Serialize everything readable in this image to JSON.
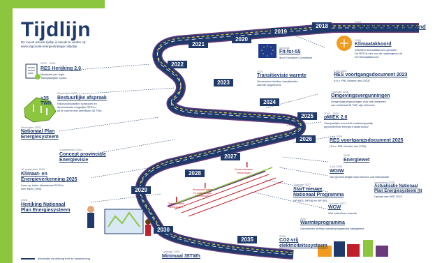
{
  "title": "Tijdlijn",
  "subtitle": "De meest actuele tijdlijn is steeds te vinden op:\nwww.regionale-energiestrategie.nl/tijdlijn",
  "years": [
    "2018",
    "2019",
    "2020",
    "2021",
    "2022",
    "2023",
    "2024",
    "2025",
    "2026",
    "2027",
    "2028",
    "2029",
    "2030",
    "2035"
  ],
  "badge": ">35\nTWh",
  "events": {
    "ea": {
      "date": "2018",
      "title": "Energieakkoord Nederland",
      "desc": ""
    },
    "ka": {
      "date": "2019",
      "title": "Klimaatakkoord",
      "desc": "Definitief Klimaatakkoord gesloten.\nDe RES is één van de maatregelen uit\nhet Klimaatakkoord"
    },
    "ff": {
      "date": "juli 2021",
      "title": "Fit-for-55",
      "desc": "door Europese Commissie"
    },
    "tv": {
      "date": "2021",
      "title": "Transitievisie warmte",
      "desc": "Gemeenten hebben transitievisie\nwarmte opgeleverd."
    },
    "rv23": {
      "date": "1 juli 2023",
      "title": "RES voortgangsdocument 2023",
      "desc": "(t.b.v. PBL Monitor des 2023)"
    },
    "rh": {
      "date": "2022 - 2026",
      "title": "RES Herijking 2.0",
      "desc": "Maatwerk per regio.\nTweejaarlijkse cyclus."
    },
    "ba": {
      "date": "December 2022",
      "title": "Bestuurlijke afspraak",
      "desc": "Randvoorwaarden scheppen en\ndemonstratie mogelijke RES'en\nuit te voeren met streefdoel 35 TWh."
    },
    "ov": {
      "date": "1 januari 2026",
      "title": "Omgevingsvergunningen",
      "desc": "Omgevingsvergunningen voor het realiseren\nvan minimaal 35 TWh zijn verleend."
    },
    "pm": {
      "date": "2023 - 2030",
      "title": "pMIEK 2.0",
      "desc": "Tweejaarlijks overzicht maatschappelijk\ngeprioriteerde energie-infrastructuur"
    },
    "nps": {
      "date": "December 2025",
      "title": "Nationaal Plan\nEnergiesysteem",
      "desc": ""
    },
    "cpe": {
      "date": "1 september 2024",
      "title": "Concept provinciale\nEnergievisie",
      "desc": ""
    },
    "rv25": {
      "date": "1 juli 2025",
      "title": "RES voortgangsdocument 2025",
      "desc": "(T.b.v. PBL Monitor des 2025)"
    },
    "ew": {
      "date": "2026",
      "title": "Energiewet",
      "desc": ""
    },
    "ke": {
      "date": "16 september 2025",
      "title": "Klimaat- en\nEnergieverkenning 2025",
      "desc": "Kans op halen klimaatdoel 2030 is\nzeer klein (<5%)."
    },
    "wgiw": {
      "date": "1 juli 2026",
      "title": "WGIW",
      "desc": "Wet gemeentelijke instrumenten warmtetransitie"
    },
    "anp": {
      "date": "september 2026",
      "title": "Actualisatie Nationaal\nPlan Energiesysteem (N",
      "desc": "Update van NPE 2023"
    },
    "hnp": {
      "date": "2028",
      "title": "Herijking Nationaal\nPlan Energiesysteem",
      "desc": ""
    },
    "snp": {
      "date": "1 januari 2027",
      "title": "Start nieuwe\nNationaal Programma",
      "desc": "NP RES, NPLW en NP SPL"
    },
    "wcw": {
      "date": "1 januari 2027",
      "title": "WCW",
      "desc": "Wet collectieve warmte"
    },
    "wp": {
      "date": "2027",
      "title": "Warmteprogramma",
      "desc": "Gemeenten hebben warmteprogramma vastgesteld"
    },
    "co2": {
      "date": "2035",
      "title": "CO2-vrij\nelektriciteitssysteem",
      "desc": ""
    },
    "m35": {
      "date": "1 januari 2030",
      "title": "Minimaal 35TWh",
      "desc": ""
    }
  },
  "red_labels": {
    "gv": "Gemeenteraads-\nverkiezingen",
    "ps": "Provinciale staten\nen waterschaps-\nverkiezingen",
    "tk": "Tweede Kamer\nverkiezingen"
  },
  "footer": "Informatie via dialoog met de samenleving"
}
